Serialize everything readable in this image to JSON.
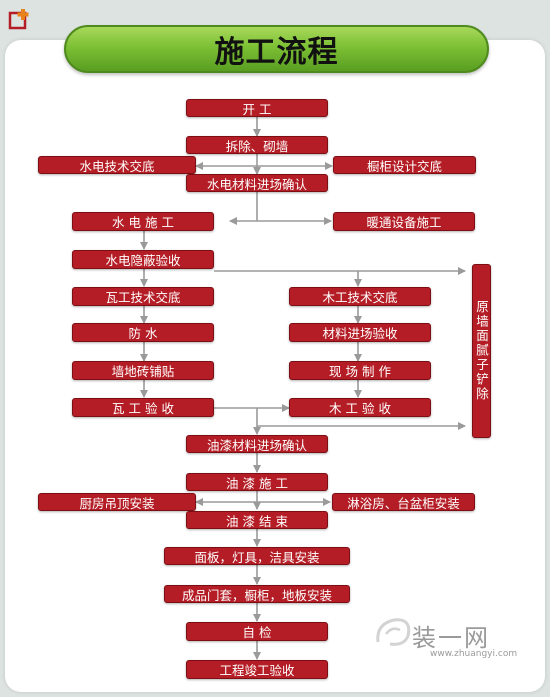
{
  "title": "施工流程",
  "colors": {
    "box_fill": "#b41d25",
    "line": "#9a9a9a",
    "title_green": "#7cc035"
  },
  "steps": {
    "kaigong": "开 工",
    "chaichu": "拆除、砌墙",
    "sd_jishu": "水电技术交底",
    "chugui_sheji": "橱柜设计交底",
    "sd_cailiao": "水电材料进场确认",
    "sd_shigong": "水 电 施 工",
    "nuantong": "暖通设备施工",
    "sd_yinbi": "水电隐蔽验收",
    "wa_jishu": "瓦工技术交底",
    "mu_jishu": "木工技术交底",
    "fangshui": "防 水",
    "mu_cailiao": "材料进场验收",
    "qiangdi": "墙地砖铺贴",
    "xianchang": "现 场 制 作",
    "wa_yanshou": "瓦 工 验 收",
    "mu_yanshou": "木 工 验 收",
    "yuanqiang": "原墙面腻子铲除",
    "youqi_cailiao": "油漆材料进场确认",
    "youqi_shigong": "油 漆 施 工",
    "chufang": "厨房吊顶安装",
    "linyu": "淋浴房、台盆柜安装",
    "youqi_jieshu": "油 漆 结 束",
    "mianban": "面板，灯具，洁具安装",
    "chengpin": "成品门套，橱柜，地板安装",
    "zijian": "自 检",
    "jungong": "工程竣工验收"
  },
  "watermark": {
    "text": "装一网",
    "url": "www.zhuangyi.com"
  },
  "icons": {
    "brand": "plus-window-icon",
    "watermark": "house-logo-icon"
  }
}
